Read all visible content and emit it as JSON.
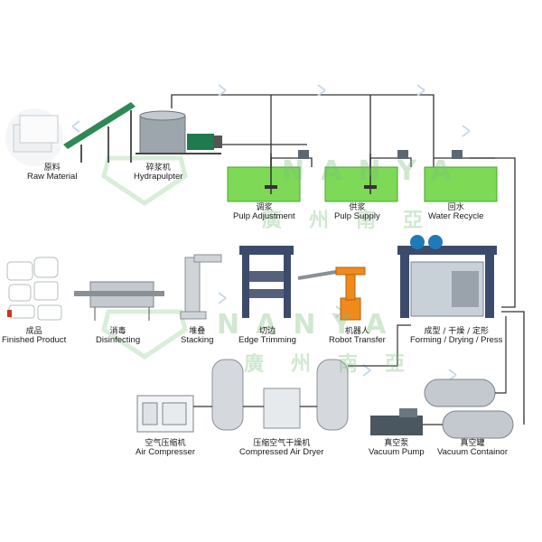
{
  "watermark": {
    "brand": "NANYA",
    "chinese": "廣州南亞"
  },
  "colors": {
    "water": "#7ed957",
    "water_edge": "#4aa32e",
    "pipe": "#333333",
    "machine": "#3c4a6b",
    "steel": "#b9c0c7"
  },
  "stages": {
    "raw_material": {
      "cn": "原料",
      "en": "Raw Material"
    },
    "hydrapulpter": {
      "cn": "碎浆机",
      "en": "Hydrapulpter"
    },
    "pulp_adjustment": {
      "cn": "调浆",
      "en": "Pulp Adjustment"
    },
    "pulp_supply": {
      "cn": "供浆",
      "en": "Pulp Supply"
    },
    "water_recycle": {
      "cn": "回水",
      "en": "Water Recycle"
    },
    "finished_product": {
      "cn": "成品",
      "en": "Finished Product"
    },
    "disinfecting": {
      "cn": "消毒",
      "en": "Disinfecting"
    },
    "stacking": {
      "cn": "堆叠",
      "en": "Stacking"
    },
    "edge_trimming": {
      "cn": "切边",
      "en": "Edge Trimming"
    },
    "robot_transfer": {
      "cn": "机器人",
      "en": "Robot Transfer"
    },
    "forming": {
      "cn": "成型 / 干燥 / 定形",
      "en": "Forming / Drying / Press"
    },
    "air_compressor": {
      "cn": "空气压缩机",
      "en": "Air Compresser"
    },
    "air_dryer": {
      "cn": "压缩空气干燥机",
      "en": "Compressed Air Dryer"
    },
    "vacuum_pump": {
      "cn": "真空泵",
      "en": "Vacuum Pump"
    },
    "vacuum_container": {
      "cn": "真空罐",
      "en": "Vacuum Containor"
    }
  }
}
